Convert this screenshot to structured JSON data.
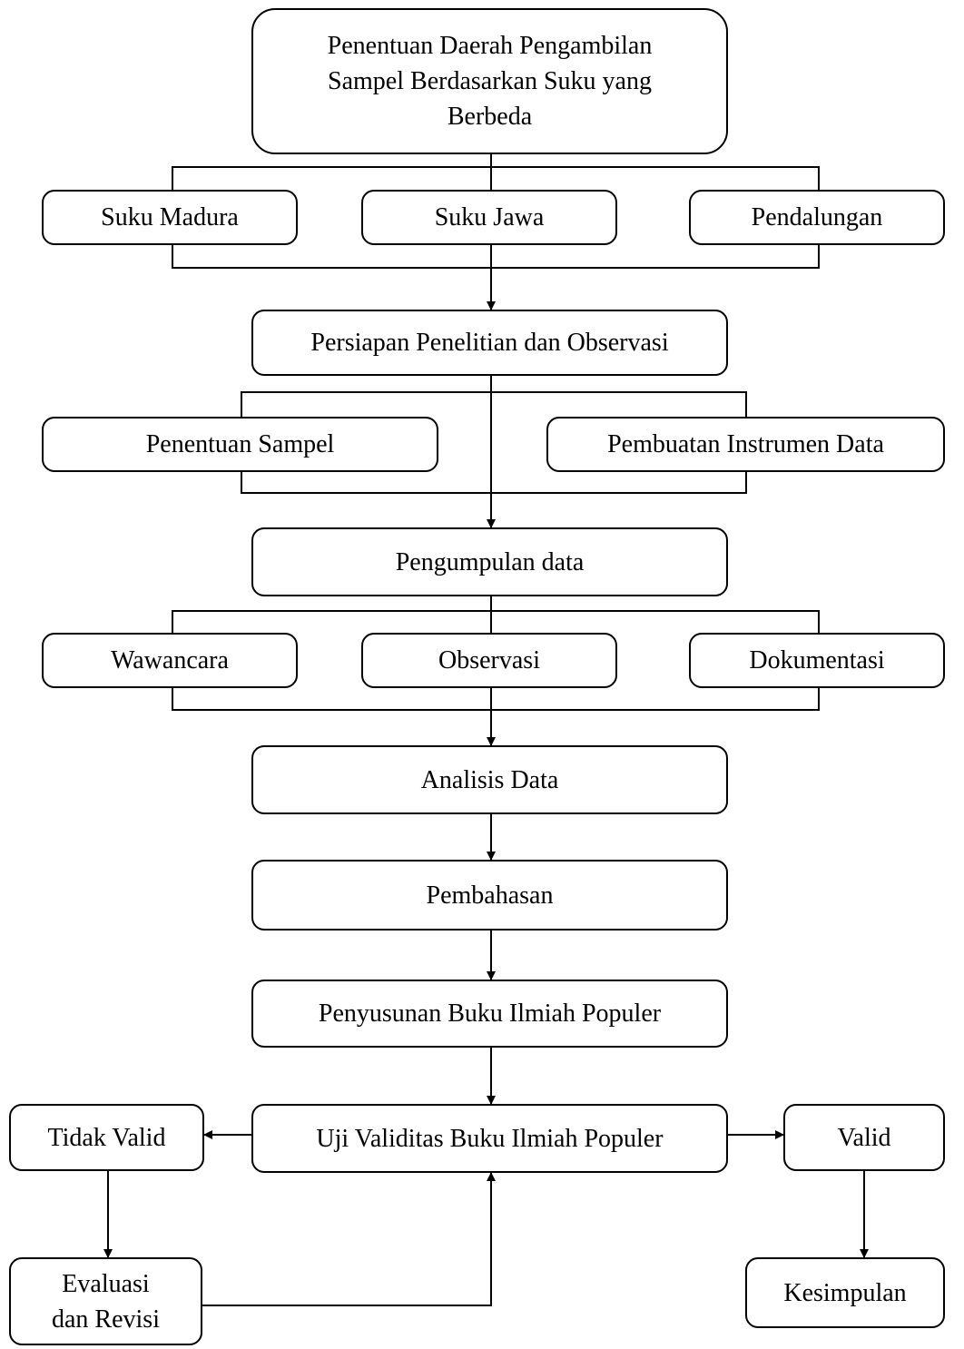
{
  "nodes": {
    "start_line1": "Penentuan Daerah Pengambilan",
    "start_line2": "Sampel Berdasarkan Suku yang",
    "start_line3": "Berbeda",
    "suku_madura": "Suku Madura",
    "suku_jawa": "Suku Jawa",
    "pendalungan": "Pendalungan",
    "persiapan": "Persiapan Penelitian dan Observasi",
    "penentuan_sampel": "Penentuan Sampel",
    "pembuatan_instrumen": "Pembuatan Instrumen Data",
    "pengumpulan": "Pengumpulan data",
    "wawancara": "Wawancara",
    "observasi": "Observasi",
    "dokumentasi": "Dokumentasi",
    "analisis": "Analisis Data",
    "pembahasan": "Pembahasan",
    "penyusunan": "Penyusunan Buku Ilmiah Populer",
    "uji_validitas": "Uji Validitas Buku Ilmiah Populer",
    "tidak_valid": "Tidak Valid",
    "valid": "Valid",
    "evaluasi_line1": "Evaluasi",
    "evaluasi_line2": "dan Revisi",
    "kesimpulan": "Kesimpulan"
  }
}
